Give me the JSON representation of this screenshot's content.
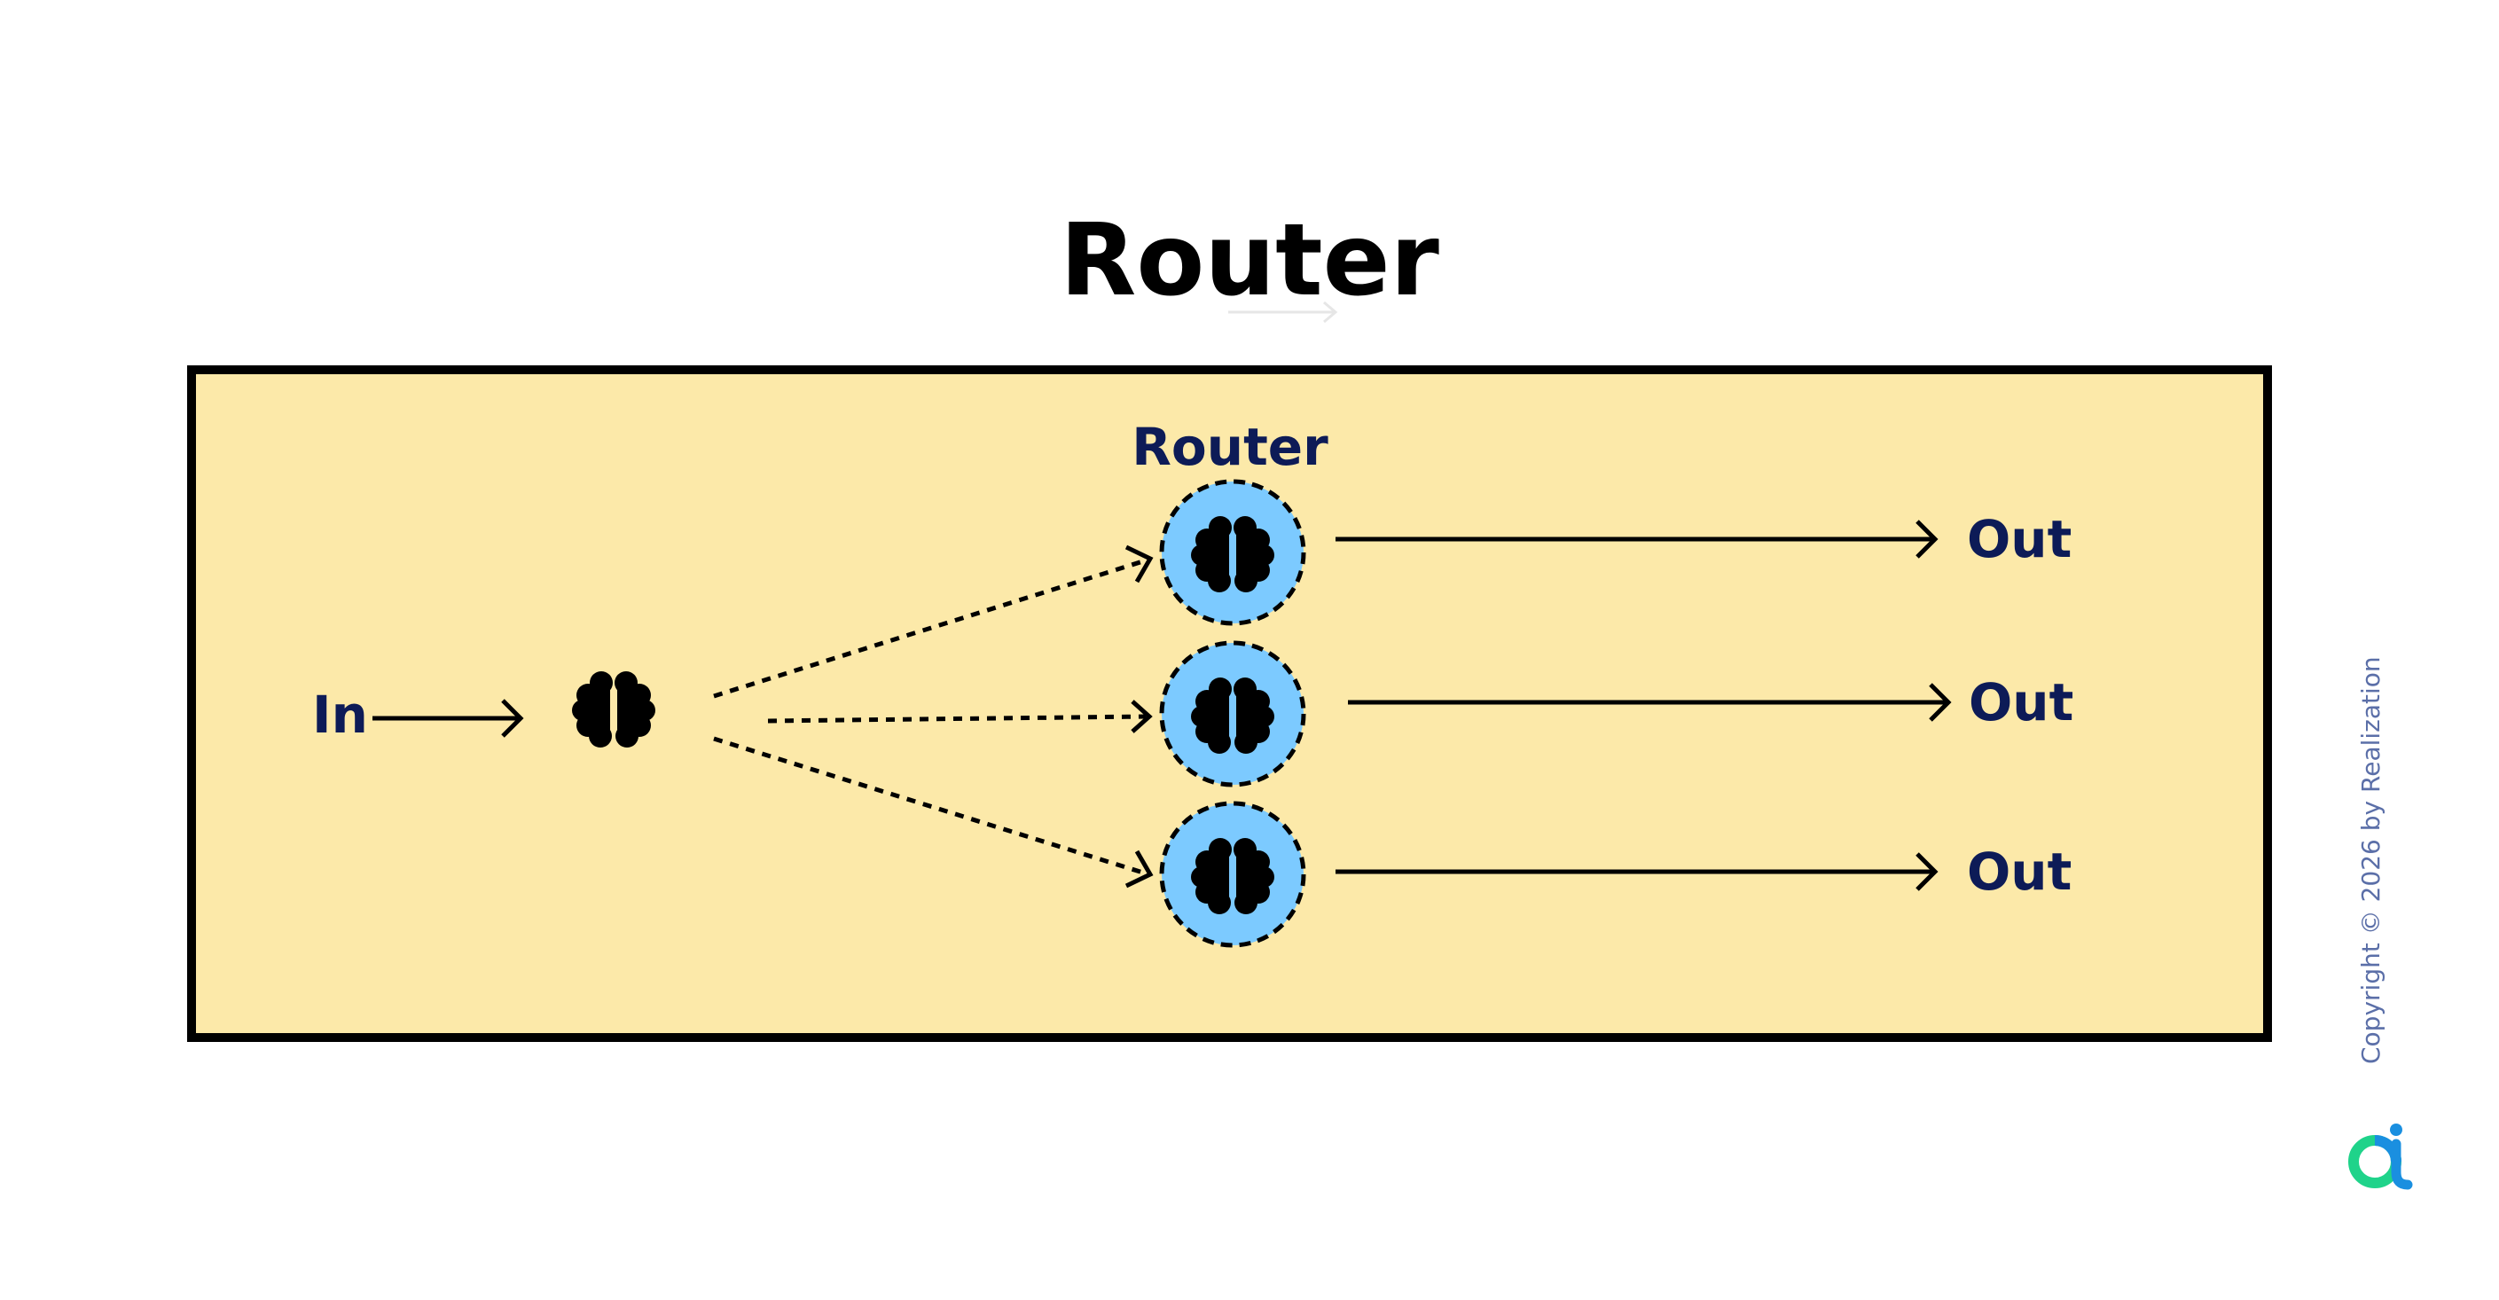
{
  "title": "Router",
  "router_label": "Router",
  "input_label": "In",
  "outputs": [
    "Out",
    "Out",
    "Out"
  ],
  "copyright": "Copyright © 2026 by Realization",
  "icons": {
    "input_node": "brain-icon",
    "router_nodes": [
      "brain-icon",
      "brain-icon",
      "brain-icon"
    ],
    "logo": "realization-logo-icon"
  },
  "colors": {
    "panel_fill": "#fce9a9",
    "panel_border": "#000000",
    "node_fill": "#7ccaff",
    "label_color": "#0d1b57",
    "logo_blue": "#1a8fe0",
    "logo_green": "#1fd38a"
  }
}
